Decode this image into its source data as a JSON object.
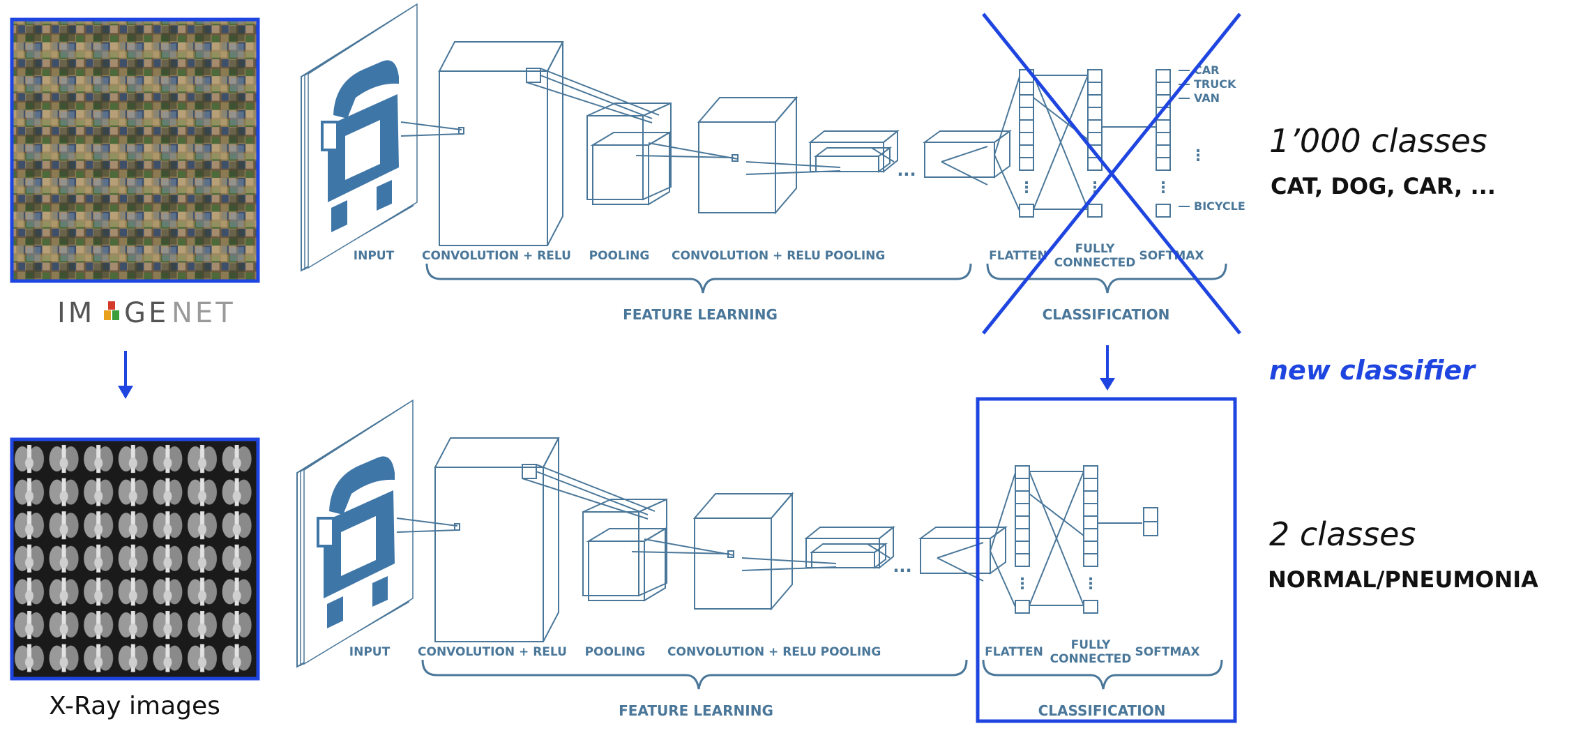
{
  "dataset_top": {
    "logo_text": "IMAGENET",
    "caption": ""
  },
  "dataset_bottom": {
    "caption": "X-Ray images"
  },
  "cnn_top": {
    "labels": {
      "input": "INPUT",
      "conv1": "CONVOLUTION + RELU",
      "pool1": "POOLING",
      "conv2": "CONVOLUTION + RELU",
      "pool2": "POOLING",
      "flatten": "FLATTEN",
      "fully_connected": [
        "FULLY",
        "CONNECTED"
      ],
      "softmax": "SOFTMAX",
      "feature_learning": "FEATURE LEARNING",
      "classification": "CLASSIFICATION",
      "ellipsis": "..."
    },
    "outputs": [
      "CAR",
      "TRUCK",
      "VAN",
      "BICYCLE"
    ]
  },
  "cnn_bottom": {
    "labels": {
      "input": "INPUT",
      "conv1": "CONVOLUTION + RELU",
      "pool1": "POOLING",
      "conv2": "CONVOLUTION + RELU",
      "pool2": "POOLING",
      "flatten": "FLATTEN",
      "fully_connected": [
        "FULLY",
        "CONNECTED"
      ],
      "softmax": "SOFTMAX",
      "feature_learning": "FEATURE LEARNING",
      "classification": "CLASSIFICATION",
      "ellipsis": "..."
    }
  },
  "side_top": {
    "count": "1’000 classes",
    "examples": "CAT,  DOG, CAR, ..."
  },
  "side_middle": {
    "new_classifier": "new classifier"
  },
  "side_bottom": {
    "count": "2 classes",
    "examples": "NORMAL/PNEUMONIA"
  },
  "colors": {
    "accent_blue": "#1f45e0",
    "diagram_steel": "#4a7799",
    "car_fill": "#3f76a8"
  }
}
